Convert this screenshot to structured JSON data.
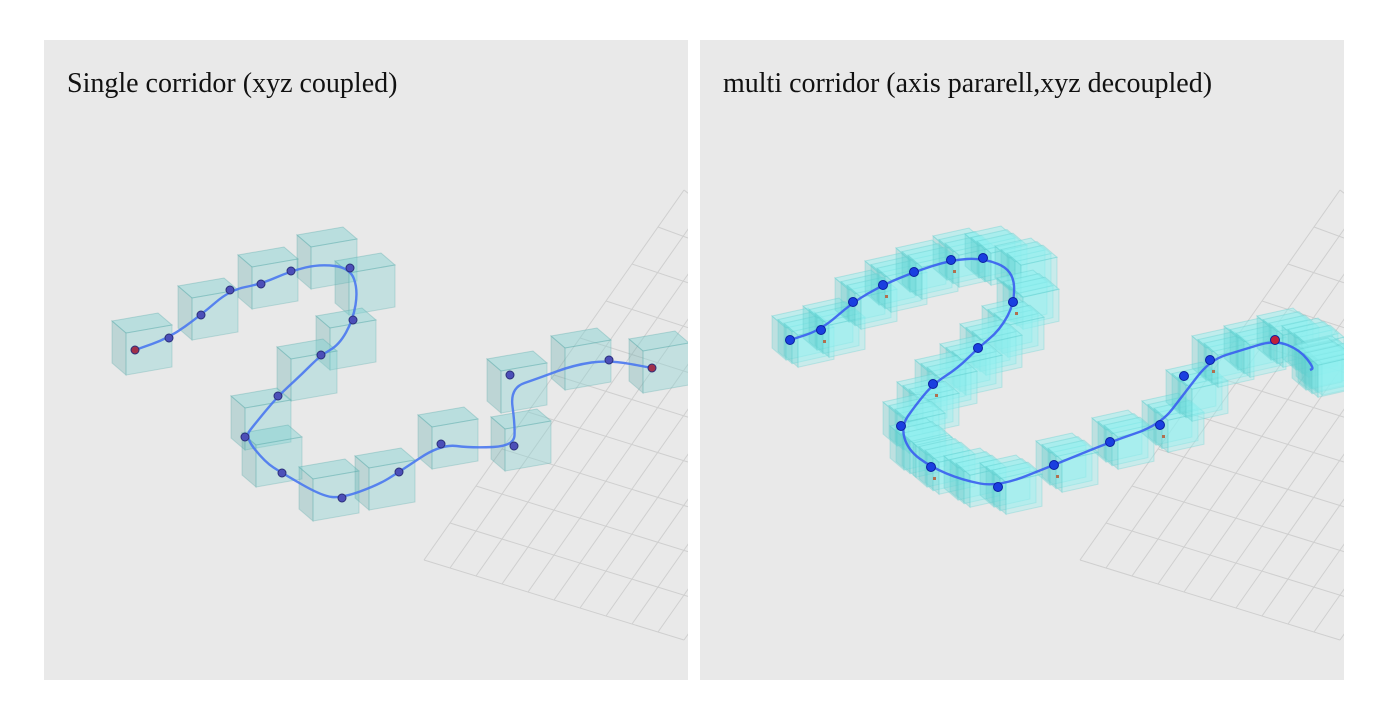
{
  "panels": [
    {
      "id": "left",
      "title": "Single corridor (xyz coupled)",
      "mode": "single",
      "colors": {
        "corridor": "#7fd0d0",
        "corridor_edge": "#5aa8a8",
        "trajectory": "#4a78f0",
        "waypoint": "#4c4fb8",
        "endpoint": "#a0304a"
      }
    },
    {
      "id": "right",
      "title": "multi corridor (axis pararell,xyz decoupled)",
      "mode": "multi",
      "colors": {
        "corridor": "#8ff0f0",
        "corridor_edge": "#5ccccc",
        "trajectory": "#3a5ef0",
        "waypoint": "#1a3fe0",
        "endpoint": "#c0203a"
      }
    }
  ],
  "scene": {
    "background": "#e9e9e9",
    "grid_color": "#cfcfcf"
  }
}
